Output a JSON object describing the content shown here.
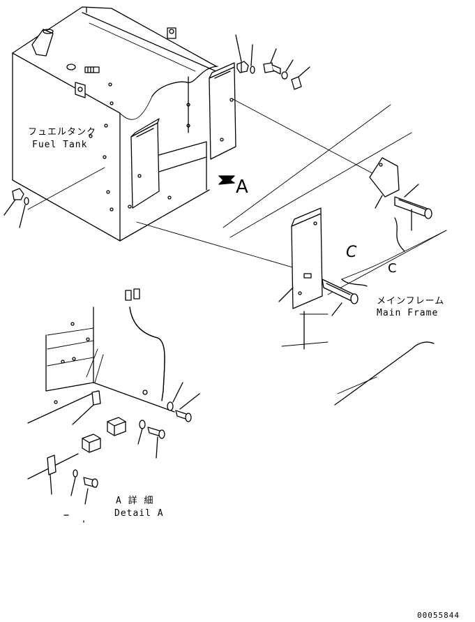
{
  "labels": {
    "fuel_tank_jp": "フュエルタンク",
    "fuel_tank_en": "Fuel Tank",
    "main_frame_jp": "メインフレーム",
    "main_frame_en": "Main Frame",
    "arrow_letter": "A",
    "detail_jp": "A 詳 細",
    "detail_en": "Detail A",
    "drawing_number": "00055844"
  }
}
